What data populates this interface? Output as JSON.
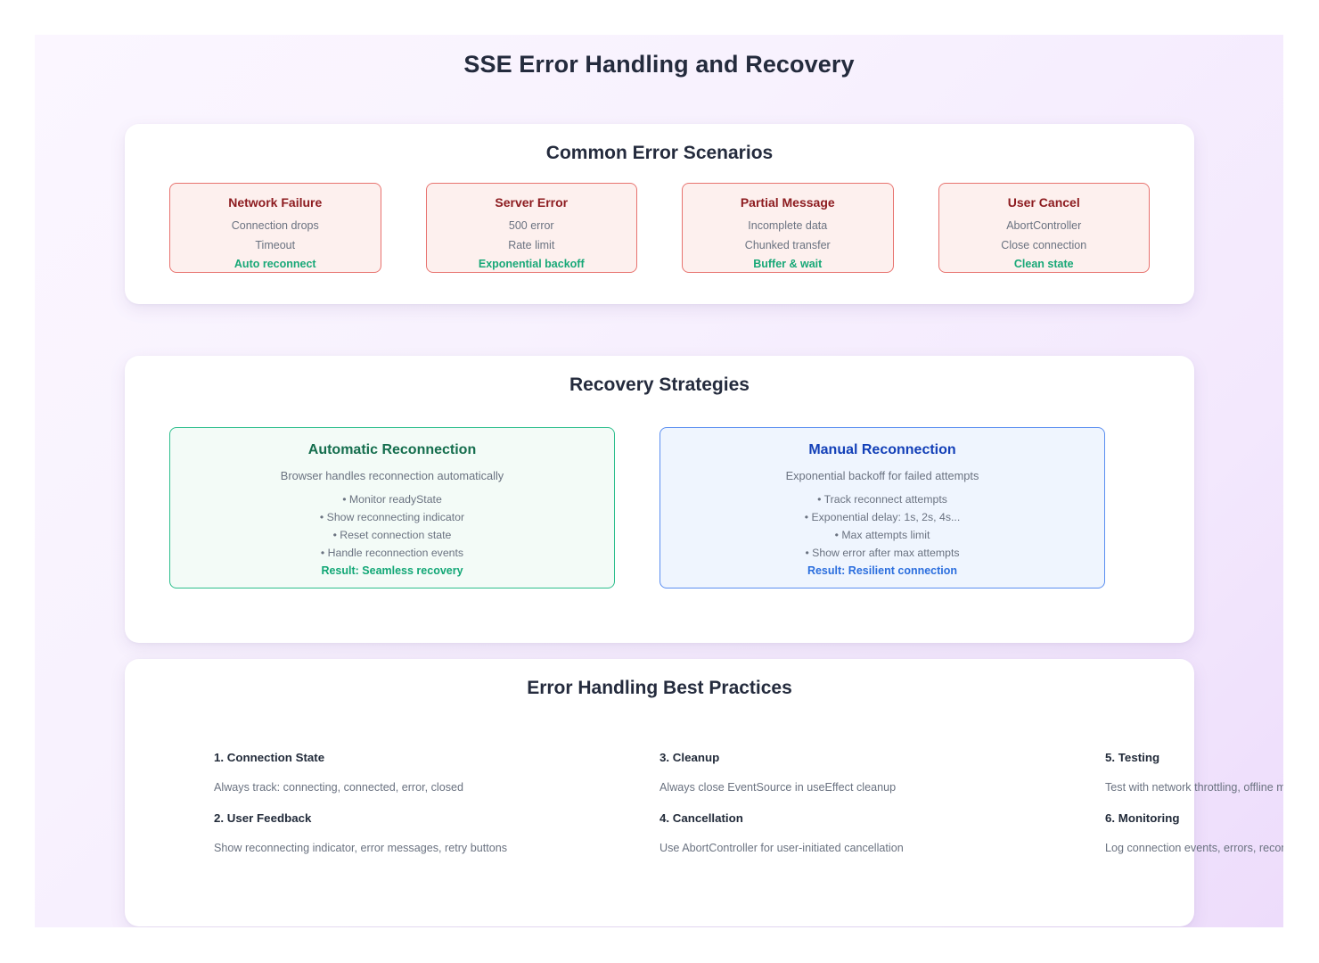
{
  "page": {
    "title": "SSE Error Handling and Recovery",
    "background_gradient_from": "#fbf6ff",
    "background_gradient_to": "#eddcfb"
  },
  "scenarios_section": {
    "title": "Common Error Scenarios",
    "accent_border": "#e8736f",
    "accent_background": "#fdf0ee",
    "title_color": "#8d1c20",
    "fix_color": "#18a877",
    "cards": [
      {
        "title": "Network Failure",
        "line1": "Connection drops",
        "line2": "Timeout",
        "fix": "Auto reconnect"
      },
      {
        "title": "Server Error",
        "line1": "500 error",
        "line2": "Rate limit",
        "fix": "Exponential backoff"
      },
      {
        "title": "Partial Message",
        "line1": "Incomplete data",
        "line2": "Chunked transfer",
        "fix": "Buffer & wait"
      },
      {
        "title": "User Cancel",
        "line1": "AbortController",
        "line2": "Close connection",
        "fix": "Clean state"
      }
    ]
  },
  "strategies_section": {
    "title": "Recovery Strategies",
    "cards": [
      {
        "title": "Automatic Reconnection",
        "description": "Browser handles reconnection automatically",
        "items": [
          "• Monitor readyState",
          "• Show reconnecting indicator",
          "• Reset connection state",
          "• Handle reconnection events"
        ],
        "result": "Result: Seamless recovery",
        "border_color": "#2cbe8c",
        "background_color": "#f3fbf7",
        "title_color": "#156e4e",
        "result_color": "#12a776"
      },
      {
        "title": "Manual Reconnection",
        "description": "Exponential backoff for failed attempts",
        "items": [
          "• Track reconnect attempts",
          "• Exponential delay: 1s, 2s, 4s...",
          "• Max attempts limit",
          "• Show error after max attempts"
        ],
        "result": "Result: Resilient connection",
        "border_color": "#5a8ef0",
        "background_color": "#eff5fe",
        "title_color": "#1340b8",
        "result_color": "#2b6ede"
      }
    ]
  },
  "practices_section": {
    "title": "Error Handling Best Practices",
    "items": [
      {
        "heading": "1. Connection State",
        "text": "Always track: connecting, connected, error, closed"
      },
      {
        "heading": "2. User Feedback",
        "text": "Show reconnecting indicator, error messages, retry buttons"
      },
      {
        "heading": "3. Cleanup",
        "text": "Always close EventSource in useEffect cleanup"
      },
      {
        "heading": "4. Cancellation",
        "text": "Use AbortController for user-initiated cancellation"
      },
      {
        "heading": "5. Testing",
        "text": "Test with network throttling, offline mode"
      },
      {
        "heading": "6. Monitoring",
        "text": "Log connection events, errors, reconnects"
      }
    ]
  }
}
